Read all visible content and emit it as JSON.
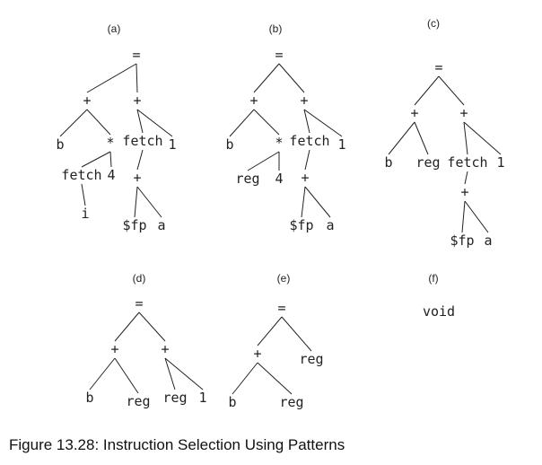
{
  "caption": "Figure 13.28: Instruction Selection Using Patterns",
  "panels": [
    {
      "label": "(a)",
      "nodes": [
        {
          "id": "root",
          "text": "="
        },
        {
          "id": "plusL",
          "text": "+"
        },
        {
          "id": "plusR",
          "text": "+"
        },
        {
          "id": "b",
          "text": "b"
        },
        {
          "id": "star",
          "text": "*"
        },
        {
          "id": "fetchR",
          "text": "fetch"
        },
        {
          "id": "one",
          "text": "1"
        },
        {
          "id": "fetchL",
          "text": "fetch"
        },
        {
          "id": "four",
          "text": "4"
        },
        {
          "id": "plus3",
          "text": "+"
        },
        {
          "id": "i",
          "text": "i"
        },
        {
          "id": "fp",
          "text": "$fp"
        },
        {
          "id": "a",
          "text": "a"
        }
      ],
      "edges": [
        [
          "root",
          "plusL"
        ],
        [
          "root",
          "plusR"
        ],
        [
          "plusL",
          "b"
        ],
        [
          "plusL",
          "star"
        ],
        [
          "plusR",
          "fetchR"
        ],
        [
          "plusR",
          "one"
        ],
        [
          "star",
          "fetchL"
        ],
        [
          "star",
          "four"
        ],
        [
          "fetchR",
          "plus3"
        ],
        [
          "fetchL",
          "i"
        ],
        [
          "plus3",
          "fp"
        ],
        [
          "plus3",
          "a"
        ]
      ]
    },
    {
      "label": "(b)",
      "nodes": [
        {
          "id": "root",
          "text": "="
        },
        {
          "id": "plusL",
          "text": "+"
        },
        {
          "id": "plusR",
          "text": "+"
        },
        {
          "id": "b",
          "text": "b"
        },
        {
          "id": "star",
          "text": "*"
        },
        {
          "id": "fetchR",
          "text": "fetch"
        },
        {
          "id": "one",
          "text": "1"
        },
        {
          "id": "reg",
          "text": "reg"
        },
        {
          "id": "four",
          "text": "4"
        },
        {
          "id": "plus3",
          "text": "+"
        },
        {
          "id": "fp",
          "text": "$fp"
        },
        {
          "id": "a",
          "text": "a"
        }
      ],
      "edges": [
        [
          "root",
          "plusL"
        ],
        [
          "root",
          "plusR"
        ],
        [
          "plusL",
          "b"
        ],
        [
          "plusL",
          "star"
        ],
        [
          "plusR",
          "fetchR"
        ],
        [
          "plusR",
          "one"
        ],
        [
          "star",
          "reg"
        ],
        [
          "star",
          "four"
        ],
        [
          "fetchR",
          "plus3"
        ],
        [
          "plus3",
          "fp"
        ],
        [
          "plus3",
          "a"
        ]
      ]
    },
    {
      "label": "(c)",
      "nodes": [
        {
          "id": "root",
          "text": "="
        },
        {
          "id": "plusL",
          "text": "+"
        },
        {
          "id": "plusR",
          "text": "+"
        },
        {
          "id": "b",
          "text": "b"
        },
        {
          "id": "reg",
          "text": "reg"
        },
        {
          "id": "fetch",
          "text": "fetch"
        },
        {
          "id": "one",
          "text": "1"
        },
        {
          "id": "plus3",
          "text": "+"
        },
        {
          "id": "fp",
          "text": "$fp"
        },
        {
          "id": "a",
          "text": "a"
        }
      ],
      "edges": [
        [
          "root",
          "plusL"
        ],
        [
          "root",
          "plusR"
        ],
        [
          "plusL",
          "b"
        ],
        [
          "plusL",
          "reg"
        ],
        [
          "plusR",
          "fetch"
        ],
        [
          "plusR",
          "one"
        ],
        [
          "fetch",
          "plus3"
        ],
        [
          "plus3",
          "fp"
        ],
        [
          "plus3",
          "a"
        ]
      ]
    },
    {
      "label": "(d)",
      "nodes": [
        {
          "id": "root",
          "text": "="
        },
        {
          "id": "plusL",
          "text": "+"
        },
        {
          "id": "plusR",
          "text": "+"
        },
        {
          "id": "b",
          "text": "b"
        },
        {
          "id": "reg1",
          "text": "reg"
        },
        {
          "id": "reg2",
          "text": "reg"
        },
        {
          "id": "one",
          "text": "1"
        }
      ],
      "edges": [
        [
          "root",
          "plusL"
        ],
        [
          "root",
          "plusR"
        ],
        [
          "plusL",
          "b"
        ],
        [
          "plusL",
          "reg1"
        ],
        [
          "plusR",
          "reg2"
        ],
        [
          "plusR",
          "one"
        ]
      ]
    },
    {
      "label": "(e)",
      "nodes": [
        {
          "id": "root",
          "text": "="
        },
        {
          "id": "plus",
          "text": "+"
        },
        {
          "id": "regR",
          "text": "reg"
        },
        {
          "id": "b",
          "text": "b"
        },
        {
          "id": "regB",
          "text": "reg"
        }
      ],
      "edges": [
        [
          "root",
          "plus"
        ],
        [
          "root",
          "regR"
        ],
        [
          "plus",
          "b"
        ],
        [
          "plus",
          "regB"
        ]
      ]
    },
    {
      "label": "(f)",
      "nodes": [
        {
          "id": "void",
          "text": "void"
        }
      ],
      "edges": []
    }
  ]
}
